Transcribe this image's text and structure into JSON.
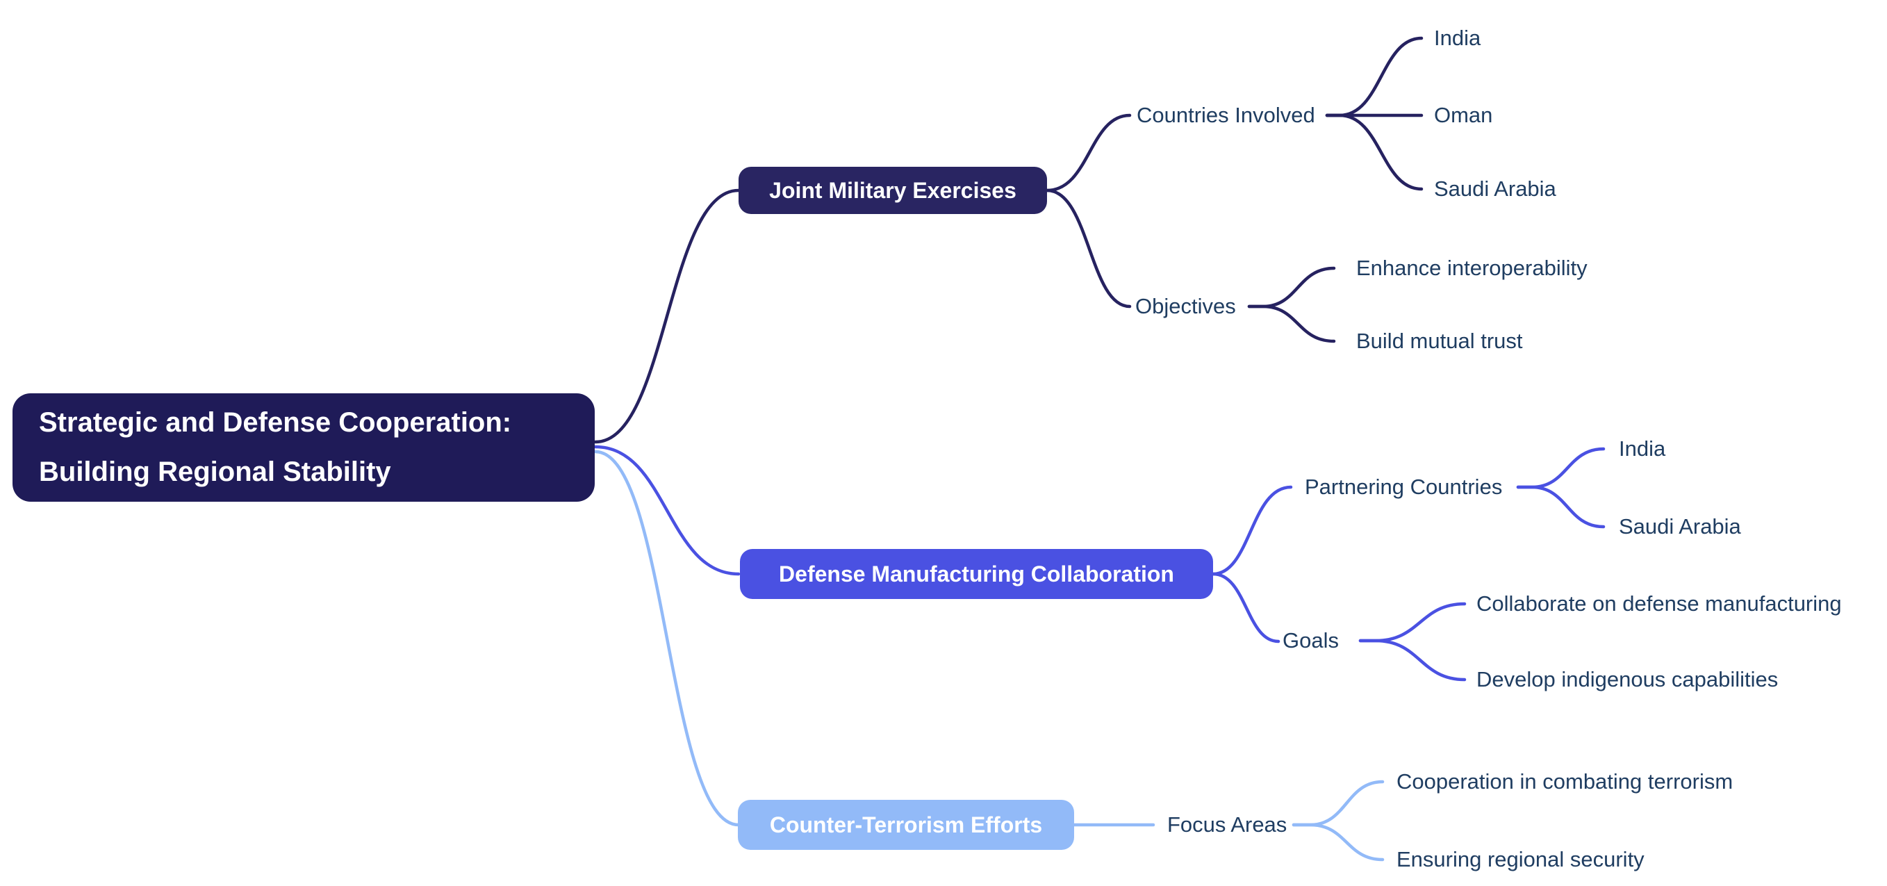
{
  "title": "Strategic and Defense Cooperation: Building Regional Stability",
  "colors": {
    "background": "#ffffff",
    "root_bg": "#1f1b58",
    "branch1_bg": "#292562",
    "branch2_bg": "#4a51e2",
    "branch3_bg": "#92baf8",
    "link_navy": "#262260",
    "link_indigo": "#4a51e2",
    "link_blue": "#92baf8",
    "node_text": "#ffffff",
    "label_text": "#1f3d61"
  },
  "root": {
    "line1": "Strategic and Defense Cooperation:",
    "line2": "Building Regional Stability"
  },
  "branches": [
    {
      "label": "Joint Military Exercises",
      "children": [
        {
          "label": "Countries Involved",
          "children": [
            {
              "label": "India"
            },
            {
              "label": "Oman"
            },
            {
              "label": "Saudi Arabia"
            }
          ]
        },
        {
          "label": "Objectives",
          "children": [
            {
              "label": "Enhance interoperability"
            },
            {
              "label": "Build mutual trust"
            }
          ]
        }
      ]
    },
    {
      "label": "Defense Manufacturing Collaboration",
      "children": [
        {
          "label": "Partnering Countries",
          "children": [
            {
              "label": "India"
            },
            {
              "label": "Saudi Arabia"
            }
          ]
        },
        {
          "label": "Goals",
          "children": [
            {
              "label": "Collaborate on defense manufacturing"
            },
            {
              "label": "Develop indigenous capabilities"
            }
          ]
        }
      ]
    },
    {
      "label": "Counter-Terrorism Efforts",
      "children": [
        {
          "label": "Focus Areas",
          "children": [
            {
              "label": "Cooperation in combating terrorism"
            },
            {
              "label": "Ensuring regional security"
            }
          ]
        }
      ]
    }
  ]
}
